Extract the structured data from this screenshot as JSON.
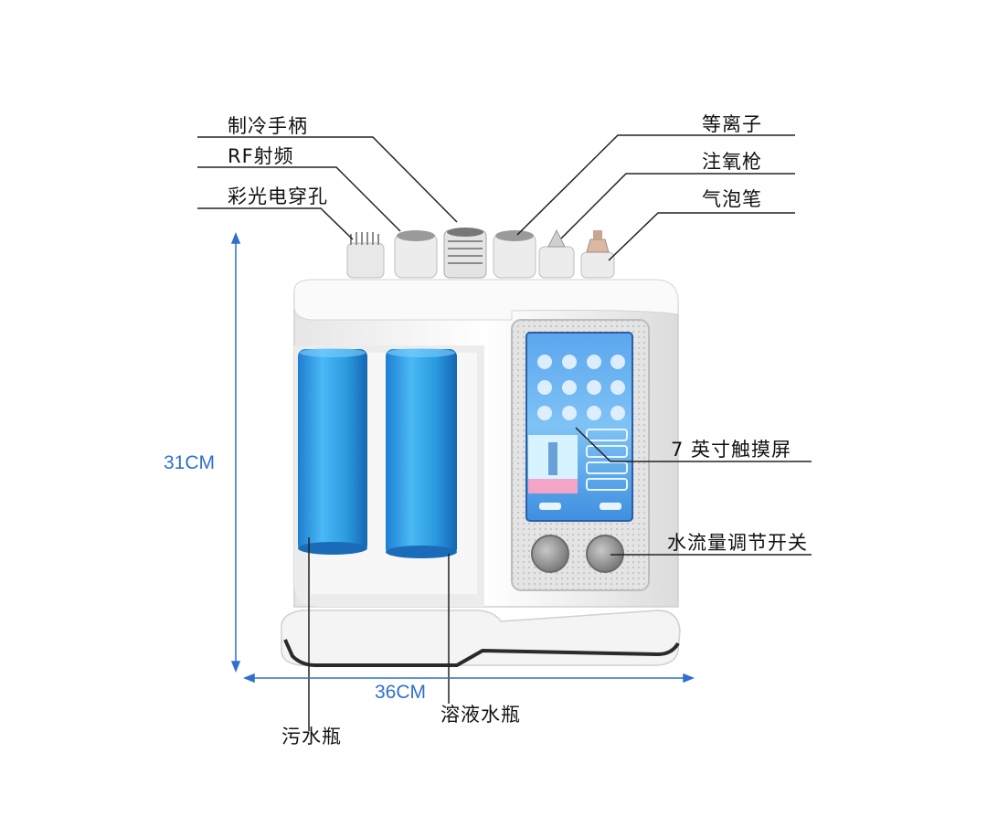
{
  "labels": {
    "cooling_handle": "制冷手柄",
    "rf": "RF射频",
    "color_light": "彩光电穿孔",
    "plasma": "等离子",
    "oxygen_gun": "注氧枪",
    "bubble_pen": "气泡笔",
    "touch_screen": "7 英寸触摸屏",
    "flow_switch": "水流量调节开关",
    "waste_bottle": "污水瓶",
    "solution_bottle": "溶液水瓶"
  },
  "dimensions": {
    "height": "31CM",
    "width": "36CM"
  },
  "colors": {
    "dimension": "#2f6fd0",
    "bottle": "#2a9be0",
    "leader": "#222222"
  }
}
